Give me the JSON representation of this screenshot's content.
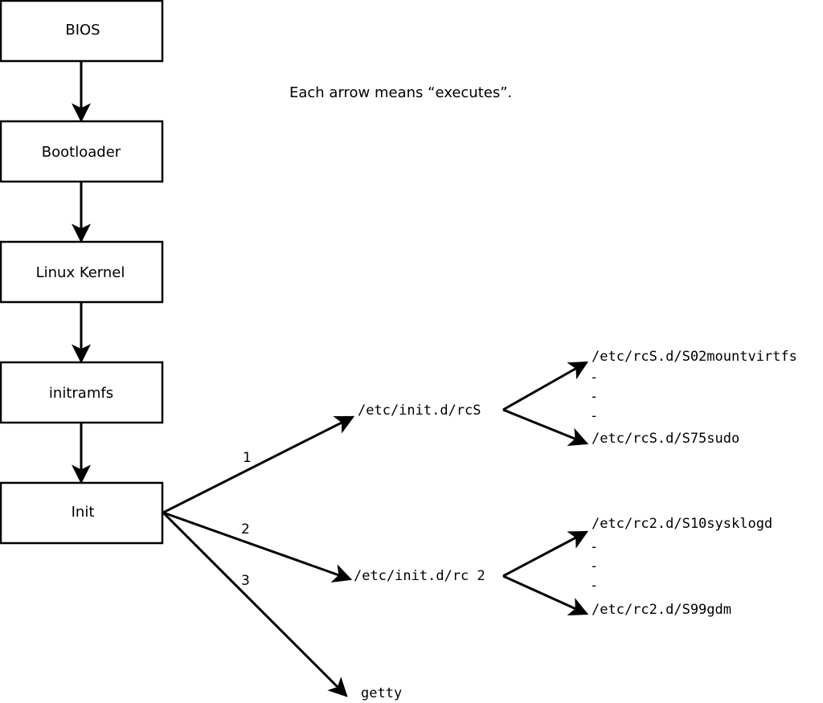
{
  "note": "Each arrow means “executes”.",
  "boot_chain": [
    "BIOS",
    "Bootloader",
    "Linux Kernel",
    "initramfs",
    "Init"
  ],
  "branches": {
    "rcS": {
      "number": "1",
      "script": "/etc/init.d/rcS",
      "first": "/etc/rcS.d/S02mountvirtfs",
      "last": "/etc/rcS.d/S75sudo"
    },
    "rc2": {
      "number": "2",
      "script": "/etc/init.d/rc 2",
      "first": "/etc/rc2.d/S10sysklogd",
      "last": "/etc/rc2.d/S99gdm"
    },
    "getty": {
      "number": "3",
      "script": "getty"
    }
  },
  "ellipsis_dash": "-",
  "colors": {
    "stroke": "#000000",
    "background": "#ffffff"
  }
}
